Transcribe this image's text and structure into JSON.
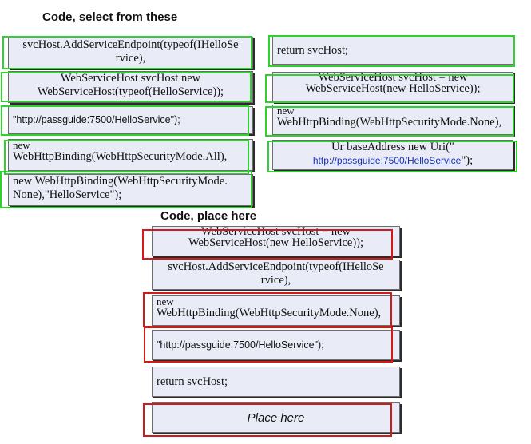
{
  "source": {
    "heading": "Code, select from these",
    "left": [
      {
        "line1": "svcHost.AddServiceEndpoint(typeof(IHelloSe",
        "line2": "rvice),"
      },
      {
        "line1": "WebServiceHost svcHost new",
        "line2": "WebServiceHost(typeof(HelloService));"
      },
      {
        "line1": "\"http://passguide:7500/HelloService\");"
      },
      {
        "line1": "new",
        "line2": "WebHttpBinding(WebHttpSecurityMode.All),"
      },
      {
        "line1": "new WebHttpBinding(WebHttpSecurityMode.",
        "line2": "None),\"HelloService\");"
      }
    ],
    "right": [
      {
        "line1": "return svcHost;"
      },
      {
        "line1": "WebServiceHost svcHost = new",
        "line2": "WebServiceHost(new HelloService));"
      },
      {
        "line1": "new",
        "line2": "WebHttpBinding(WebHttpSecurityMode.None),"
      },
      {
        "line1": "Ur baseAddress new Uri(\"",
        "link": "http://passguide:7500/HelloService",
        "tail": "\");"
      }
    ]
  },
  "target": {
    "heading": "Code, place here",
    "slots": [
      {
        "line1": "WebServiceHost svcHost = new",
        "line2": "WebServiceHost(new HelloService));"
      },
      {
        "line1": "svcHost.AddServiceEndpoint(typeof(IHelloSe",
        "line2": "rvice),"
      },
      {
        "line1": "new",
        "line2": "WebHttpBinding(WebHttpSecurityMode.None),"
      },
      {
        "line1": "\"http://passguide:7500/HelloService\");"
      },
      {
        "line1": "return svcHost;"
      },
      {
        "line1": "Place here"
      }
    ]
  },
  "colors": {
    "tile_bg": "#e9ecf6",
    "select_green": "#2ed12e",
    "place_red": "#d11a1a"
  }
}
